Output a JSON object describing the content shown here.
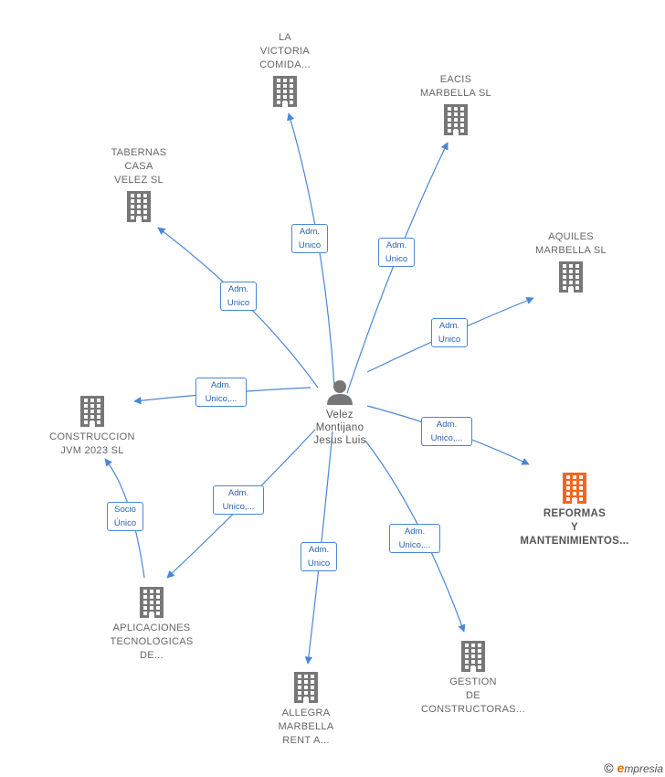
{
  "center": {
    "name": "Velez\nMontijano\nJesus Luis",
    "icon": "person-icon"
  },
  "companies": [
    {
      "id": "la-victoria",
      "name": "LA\nVICTORIA\nCOMIDA...",
      "icon": "building-icon"
    },
    {
      "id": "eacis",
      "name": "EACIS\nMARBELLA  SL",
      "icon": "building-icon"
    },
    {
      "id": "tabernas",
      "name": "TABERNAS\nCASA\nVELEZ  SL",
      "icon": "building-icon"
    },
    {
      "id": "aquiles",
      "name": "AQUILES\nMARBELLA  SL",
      "icon": "building-icon"
    },
    {
      "id": "construccion",
      "name": "CONSTRUCCION\nJVM 2023  SL",
      "icon": "building-icon"
    },
    {
      "id": "reformas",
      "name": "REFORMAS\nY\nMANTENIMIENTOS...",
      "icon": "building-icon",
      "color": "#f26522"
    },
    {
      "id": "aplicaciones",
      "name": "APLICACIONES\nTECNOLOGICAS\nDE...",
      "icon": "building-icon"
    },
    {
      "id": "gestion",
      "name": "GESTION\nDE\nCONSTRUCTORAS...",
      "icon": "building-icon"
    },
    {
      "id": "allegra",
      "name": "ALLEGRA\nMARBELLA\nRENT A...",
      "icon": "building-icon"
    }
  ],
  "edges": [
    {
      "to": "la-victoria",
      "label": [
        "Adm.",
        "Unico"
      ]
    },
    {
      "to": "eacis",
      "label": [
        "Adm.",
        "Unico"
      ]
    },
    {
      "to": "tabernas",
      "label": [
        "Adm.",
        "Unico"
      ]
    },
    {
      "to": "aquiles",
      "label": [
        "Adm.",
        "Unico"
      ]
    },
    {
      "to": "construccion",
      "label": [
        "Adm.",
        "Unico,..."
      ]
    },
    {
      "to": "reformas",
      "label": [
        "Adm.",
        "Unico,..."
      ]
    },
    {
      "to": "aplicaciones",
      "label": [
        "Adm.",
        "Unico,..."
      ]
    },
    {
      "to": "gestion",
      "label": [
        "Adm.",
        "Unico,..."
      ]
    },
    {
      "to": "allegra",
      "label": [
        "Adm.",
        "Unico"
      ]
    },
    {
      "from": "aplicaciones",
      "to": "construccion",
      "label": [
        "Socio",
        "Único"
      ]
    }
  ],
  "colors": {
    "edge": "#4a87d6",
    "building": "#777777",
    "highlight": "#f26522"
  },
  "footer": {
    "copyright": "©",
    "brand": "Empresia"
  }
}
